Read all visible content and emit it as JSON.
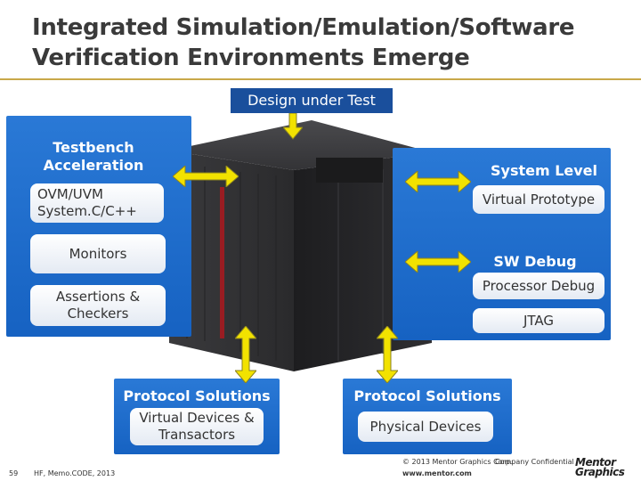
{
  "slide": {
    "title_line1": "Integrated Simulation/Emulation/Software",
    "title_line2": "Verification Environments Emerge",
    "design_under_test": "Design under Test"
  },
  "left_panel": {
    "title": "Testbench Acceleration",
    "items": [
      "OVM/UVM System.C/C++",
      "Monitors",
      "Assertions & Checkers"
    ]
  },
  "right_panel": {
    "system_level_title": "System Level",
    "virtual_prototype": "Virtual Prototype",
    "sw_debug_title": "SW Debug",
    "processor_debug": "Processor Debug",
    "jtag": "JTAG"
  },
  "bottom_left": {
    "title": "Protocol Solutions",
    "item": "Virtual Devices & Transactors"
  },
  "bottom_right": {
    "title": "Protocol Solutions",
    "item": "Physical Devices"
  },
  "footer": {
    "page_number": "59",
    "left_text": "HF, Memo.CODE, 2013",
    "copyright": "© 2013 Mentor Graphics Corp.",
    "confidential": "Company Confidential",
    "url": "www.mentor.com",
    "logo_line1": "Mentor",
    "logo_line2": "Graphics"
  },
  "colors": {
    "panel_blue": "#1a66c8",
    "arrow_yellow": "#f2e200",
    "title_rule": "#c9a94a"
  },
  "icons": [
    "double-arrow-icon",
    "down-arrow-icon",
    "emulator-cabinet-image"
  ]
}
